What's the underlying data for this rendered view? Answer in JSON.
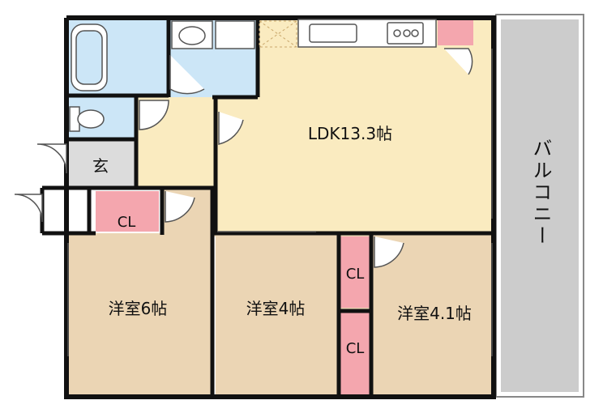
{
  "floor_plan": {
    "rooms": {
      "ldk": "LDK13.3帖",
      "western_1": "洋室6帖",
      "western_2": "洋室4帖",
      "western_3": "洋室4.1帖",
      "entrance": "玄",
      "closet_1": "CL",
      "closet_2": "CL",
      "closet_3": "CL",
      "balcony": "バルコニー"
    },
    "colors": {
      "wood_floor": "#EBD5B4",
      "ldk_floor": "#FAEBC0",
      "wet_area": "#CCE6F7",
      "entrance": "#DCDCDC",
      "closet": "#F4A6AE",
      "balcony": "#CCCCCC",
      "wall": "#111111"
    }
  }
}
